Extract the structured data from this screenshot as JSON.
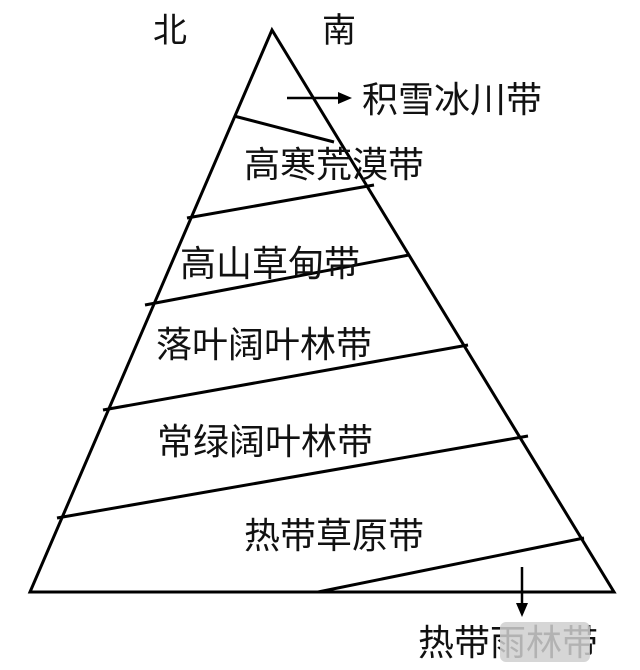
{
  "directions": {
    "north": "北",
    "south": "南"
  },
  "zones": {
    "snow_ice": "积雪冰川带",
    "alpine_desert": "高寒荒漠带",
    "alpine_meadow": "高山草甸带",
    "deciduous_forest": "落叶阔叶林带",
    "evergreen_forest": "常绿阔叶林带",
    "tropical_savanna": "热带草原带",
    "tropical_rainforest": "热带雨林带"
  },
  "colors": {
    "ink": "#000000",
    "background": "#ffffff"
  }
}
